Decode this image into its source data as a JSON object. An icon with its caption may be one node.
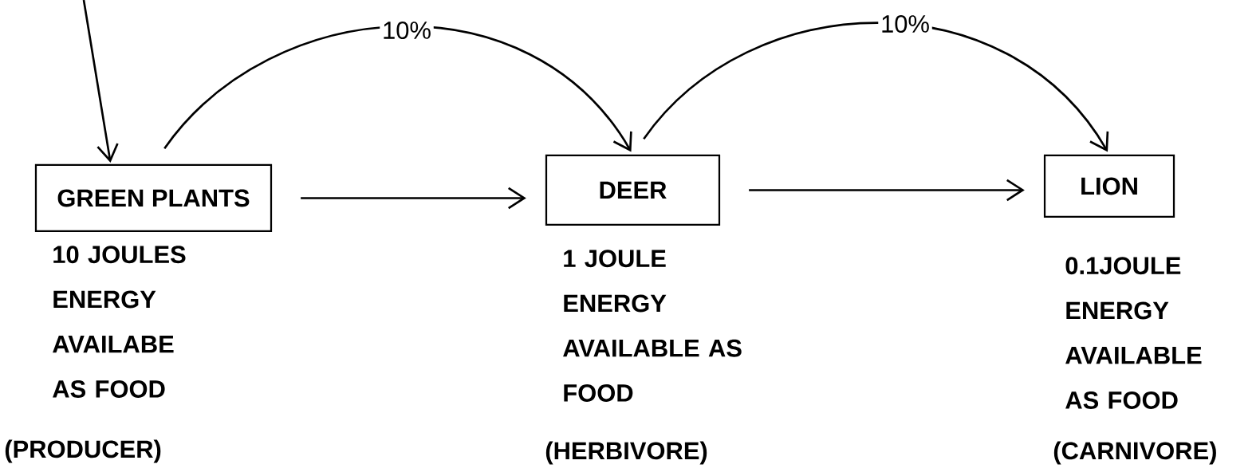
{
  "diagram": {
    "nodes": [
      {
        "text": [
          "GREEN PLANTS"
        ],
        "beside": [
          "10 JOULES ENERGY AVAILABE AS FOOD",
          "(PRODUCER)"
        ]
      },
      {
        "text": [
          "DEER"
        ],
        "beside": [
          "1 JOULE ENERGY AVAILABLE AS FOOD",
          "(HERBIVORE)"
        ]
      },
      {
        "text": [
          "LION"
        ],
        "beside": [
          "0.1JOULE ENERGY AVAILABLE AS FOOD",
          "(CARNIVORE)"
        ]
      }
    ],
    "edges": [
      {
        "from": null,
        "to": 0,
        "arrow": "to"
      },
      {
        "from": 0,
        "to": 1,
        "arrow": "to"
      },
      {
        "from": 1,
        "to": 2,
        "arrow": "to"
      },
      {
        "from": 0,
        "to": 1,
        "arrow": "to",
        "label": "10%"
      },
      {
        "from": 1,
        "to": 2,
        "arrow": "to",
        "label": "10%"
      }
    ]
  }
}
